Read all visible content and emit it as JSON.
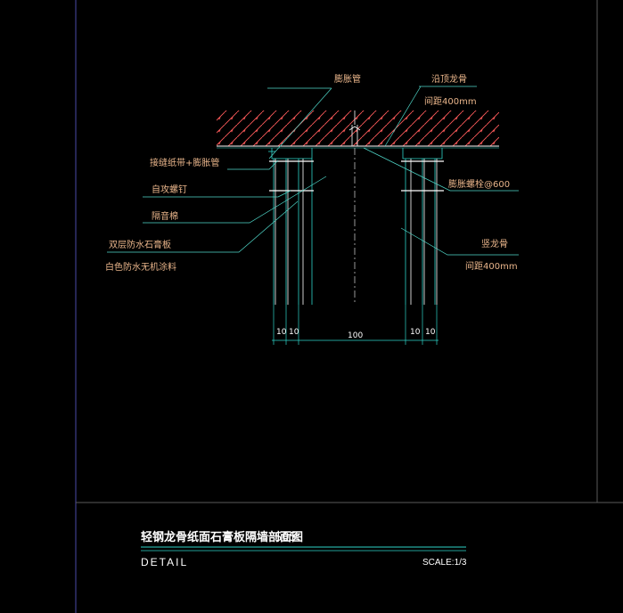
{
  "colors": {
    "background": "#000000",
    "frame": "#4a4aa8",
    "frame_right": "#5a5a5a",
    "label_text": "#e8b48a",
    "leader": "#4fd7c9",
    "section_line": "#ffffff",
    "hatch": "#ff5a5a",
    "dim_line": "#2ed3c8",
    "dim_text": "#ffffff",
    "stud": "#2ed3c8",
    "title_text": "#ffffff",
    "title_rule": "#2ed3c8"
  },
  "labels": {
    "expansion_pipe": "膨胀管",
    "top_channel": "沿顶龙骨",
    "top_channel_spacing": "间距400mm",
    "seal_plus_pipe": "接缝纸带+膨胀管",
    "tapping_screw": "自攻螺钉",
    "insulation": "隔音棉",
    "expansion_bolt": "膨胀螺栓@600",
    "double_gypsum": "双层防水石膏板",
    "waterproof_coating": "白色防水无机涂料",
    "vertical_stud": "竖龙骨",
    "vertical_stud_spacing": "间距400mm"
  },
  "dimensions": [
    "10",
    "10",
    "100",
    "10",
    "10"
  ],
  "title_block": {
    "title": "轻钢龙骨纸面石膏板隔墙剖面图",
    "code": "S05",
    "detail": "DETAIL",
    "scale": "SCALE:1/3"
  }
}
